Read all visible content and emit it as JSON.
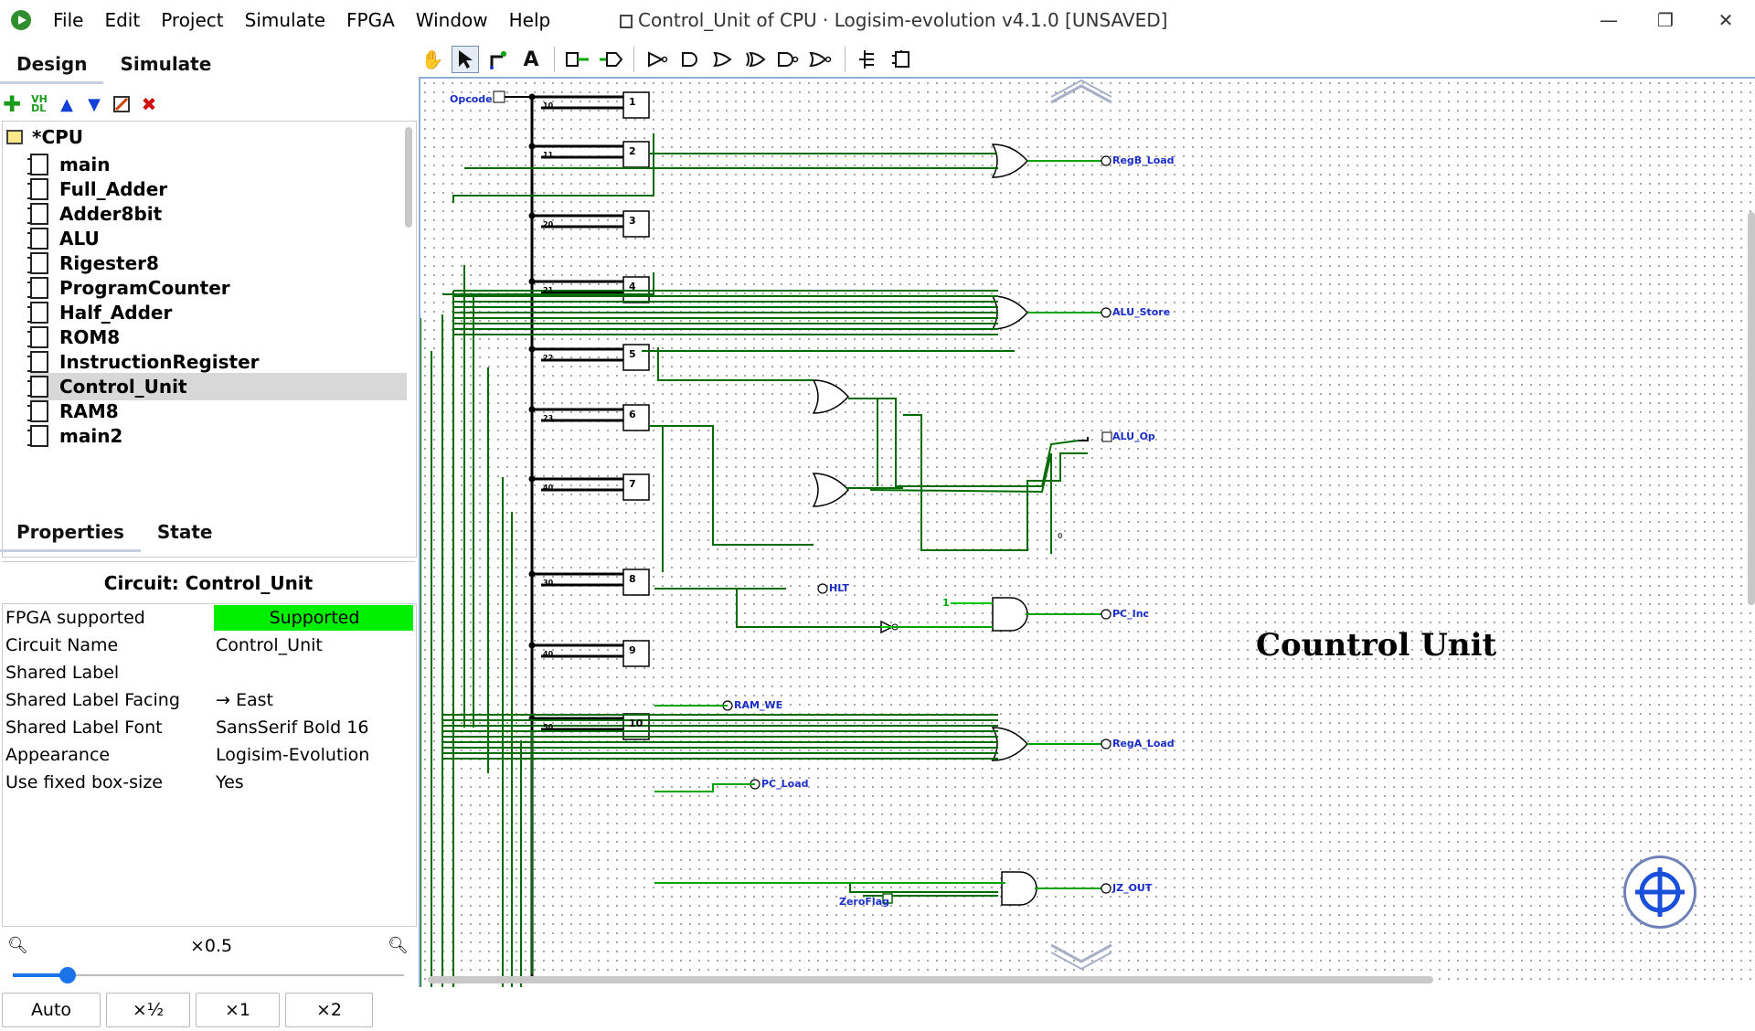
{
  "menu": [
    "File",
    "Edit",
    "Project",
    "Simulate",
    "FPGA",
    "Window",
    "Help"
  ],
  "window_title": "Control_Unit of CPU · Logisim-evolution v4.1.0 [UNSAVED]",
  "window_controls": {
    "minimize": "—",
    "maximize": "❐",
    "close": "✕"
  },
  "toolbar": {
    "icons": [
      "hand-poke-icon",
      "select-arrow-icon",
      "wiring-icon",
      "text-icon",
      "input-pin-icon",
      "output-pin-icon",
      "not-gate-icon",
      "and-gate-icon",
      "or-gate-icon",
      "xor-gate-icon",
      "nand-gate-icon",
      "nor-gate-icon",
      "splitter-icon",
      "tunnel-icon"
    ],
    "text_tool_label": "A"
  },
  "left_tabs": {
    "design": "Design",
    "simulate": "Simulate"
  },
  "project_tools": {
    "vhdl": "VH\nDL"
  },
  "tree": {
    "root": "*CPU",
    "items": [
      "main",
      "Full_Adder",
      "Adder8bit",
      "ALU",
      "Rigester8",
      "ProgramCounter",
      "Half_Adder",
      "ROM8",
      "InstructionRegister",
      "Control_Unit",
      "RAM8",
      "main2"
    ],
    "selected": "Control_Unit"
  },
  "bottom_tabs": {
    "properties": "Properties",
    "state": "State"
  },
  "properties": {
    "title": "Circuit: Control_Unit",
    "rows": [
      {
        "key": "FPGA supported",
        "value": "Supported"
      },
      {
        "key": "Circuit Name",
        "value": "Control_Unit"
      },
      {
        "key": "Shared Label",
        "value": ""
      },
      {
        "key": "Shared Label Facing",
        "value": "→ East"
      },
      {
        "key": "Shared Label Font",
        "value": "SansSerif Bold 16"
      },
      {
        "key": "Appearance",
        "value": "Logisim-Evolution"
      },
      {
        "key": "Use fixed box-size",
        "value": "Yes"
      }
    ]
  },
  "zoom": {
    "level": "×0.5",
    "slider_fraction": 0.14,
    "buttons": [
      "Auto",
      "×½",
      "×1",
      "×2"
    ]
  },
  "canvas": {
    "title": "Countrol Unit",
    "input_label": "Opcode",
    "zero_flag_label": "ZeroFlag",
    "comparators": [
      {
        "id": "1",
        "const": "10"
      },
      {
        "id": "2",
        "const": "11"
      },
      {
        "id": "3",
        "const": "20"
      },
      {
        "id": "4",
        "const": "21"
      },
      {
        "id": "5",
        "const": "22"
      },
      {
        "id": "6",
        "const": "23"
      },
      {
        "id": "7",
        "const": "40"
      },
      {
        "id": "8",
        "const": "30"
      },
      {
        "id": "9",
        "const": "40"
      },
      {
        "id": "10",
        "const": "50"
      }
    ],
    "outputs": [
      "RegB_Load",
      "ALU_Store",
      "ALU_Op",
      "HLT",
      "PC_Inc",
      "RAM_WE",
      "RegA_Load",
      "PC_Load",
      "JZ_OUT"
    ],
    "constant_one": "1",
    "constant_zero": "0",
    "colors": {
      "wire_on": "#00a400",
      "wire_dark": "#006b00",
      "bus": "#000000",
      "label": "#1a2fc8"
    }
  }
}
